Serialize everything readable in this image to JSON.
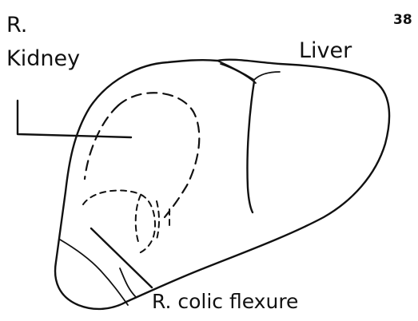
{
  "page_number": "38",
  "labels": {
    "kidney_line1": "R.",
    "kidney_line2": "Kidney",
    "liver": "Liver",
    "colic_flexure": "R. colic flexure"
  }
}
